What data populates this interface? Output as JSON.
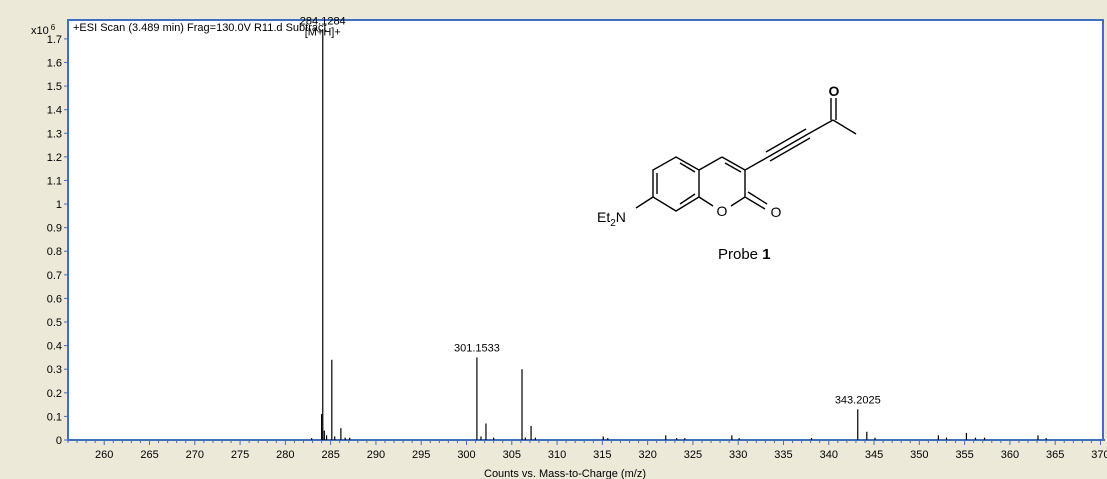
{
  "chart_data": {
    "type": "bar",
    "title": "+ESI Scan (3.489 min) Frag=130.0V R11.d  Subtract",
    "y_multiplier_label": "x10",
    "y_multiplier_exp": "6",
    "xlabel": "Counts vs. Mass-to-Charge (m/z)",
    "xlim": [
      256,
      370.5
    ],
    "ylim": [
      0,
      1.78
    ],
    "x_ticks": [
      260,
      265,
      270,
      275,
      280,
      285,
      290,
      295,
      300,
      305,
      310,
      315,
      320,
      325,
      330,
      335,
      340,
      345,
      350,
      355,
      360,
      365,
      370
    ],
    "y_ticks": [
      "0",
      "0.1",
      "0.2",
      "0.3",
      "0.4",
      "0.5",
      "0.6",
      "0.7",
      "0.8",
      "0.9",
      "1",
      "1.1",
      "1.2",
      "1.3",
      "1.4",
      "1.5",
      "1.6",
      "1.7"
    ],
    "grid": false,
    "peaks": [
      {
        "mz": 282.9,
        "intensity": 0.008
      },
      {
        "mz": 284.13,
        "intensity": 1.74
      },
      {
        "mz": 284.0,
        "intensity": 0.11
      },
      {
        "mz": 284.3,
        "intensity": 0.04
      },
      {
        "mz": 284.55,
        "intensity": 0.02
      },
      {
        "mz": 285.13,
        "intensity": 0.34
      },
      {
        "mz": 285.45,
        "intensity": 0.015
      },
      {
        "mz": 286.13,
        "intensity": 0.05
      },
      {
        "mz": 286.6,
        "intensity": 0.01
      },
      {
        "mz": 287.1,
        "intensity": 0.01
      },
      {
        "mz": 301.15,
        "intensity": 0.35
      },
      {
        "mz": 301.6,
        "intensity": 0.015
      },
      {
        "mz": 302.15,
        "intensity": 0.07
      },
      {
        "mz": 303.0,
        "intensity": 0.01
      },
      {
        "mz": 306.13,
        "intensity": 0.3
      },
      {
        "mz": 306.5,
        "intensity": 0.01
      },
      {
        "mz": 307.13,
        "intensity": 0.06
      },
      {
        "mz": 307.6,
        "intensity": 0.01
      },
      {
        "mz": 315.1,
        "intensity": 0.015
      },
      {
        "mz": 315.6,
        "intensity": 0.008
      },
      {
        "mz": 322.0,
        "intensity": 0.02
      },
      {
        "mz": 323.2,
        "intensity": 0.008
      },
      {
        "mz": 324.1,
        "intensity": 0.008
      },
      {
        "mz": 329.3,
        "intensity": 0.02
      },
      {
        "mz": 330.1,
        "intensity": 0.008
      },
      {
        "mz": 338.1,
        "intensity": 0.008
      },
      {
        "mz": 343.2,
        "intensity": 0.13
      },
      {
        "mz": 344.2,
        "intensity": 0.035
      },
      {
        "mz": 345.1,
        "intensity": 0.01
      },
      {
        "mz": 352.1,
        "intensity": 0.02
      },
      {
        "mz": 353.0,
        "intensity": 0.01
      },
      {
        "mz": 355.2,
        "intensity": 0.03
      },
      {
        "mz": 356.2,
        "intensity": 0.01
      },
      {
        "mz": 357.2,
        "intensity": 0.01
      },
      {
        "mz": 363.1,
        "intensity": 0.02
      },
      {
        "mz": 364.0,
        "intensity": 0.008
      }
    ],
    "annotations": [
      {
        "mz": 284.1284,
        "intensity": 1.74,
        "text": "284.1284",
        "subtext": "[M+H]+"
      },
      {
        "mz": 301.1533,
        "intensity": 0.35,
        "text": "301.1533"
      },
      {
        "mz": 343.2025,
        "intensity": 0.13,
        "text": "343.2025"
      }
    ]
  },
  "structure": {
    "amine_label": "Et",
    "amine_sub": "2",
    "amine_n": "N",
    "ring_o": "O",
    "carbonyl_o": "O",
    "ketone_o": "O",
    "caption": "Probe ",
    "caption_bold": "1"
  },
  "colors": {
    "window_bg": "#ece9d8",
    "plot_bg": "#ffffff",
    "plot_border": "#3f6fbf",
    "axis": "#3f6fbf",
    "peak": "#000000"
  }
}
